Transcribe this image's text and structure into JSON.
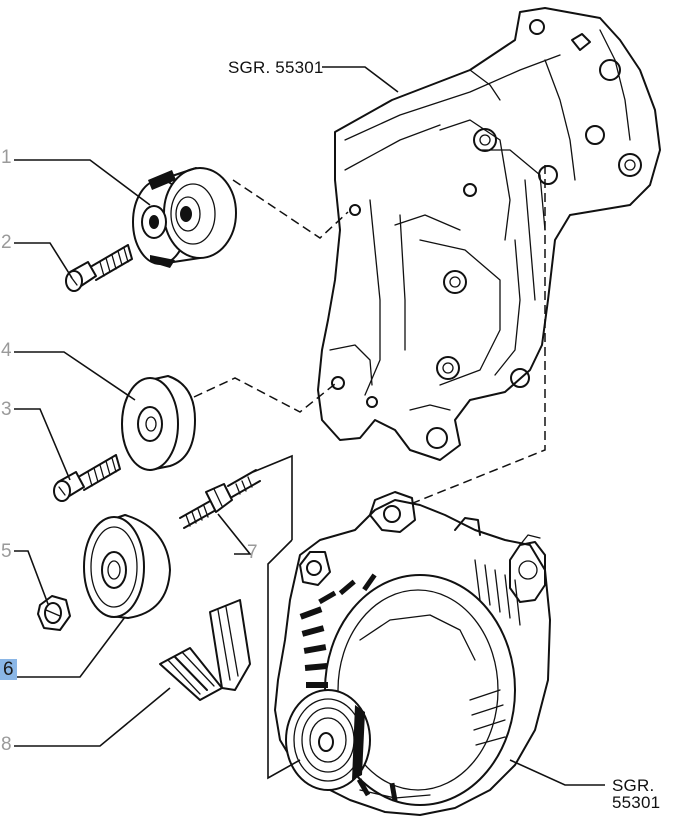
{
  "callouts": [
    {
      "id": "1",
      "label": "1"
    },
    {
      "id": "2",
      "label": "2"
    },
    {
      "id": "3",
      "label": "3"
    },
    {
      "id": "4",
      "label": "4"
    },
    {
      "id": "5",
      "label": "5"
    },
    {
      "id": "6",
      "label": "6",
      "highlighted": true
    },
    {
      "id": "7",
      "label": "7"
    },
    {
      "id": "8",
      "label": "8"
    }
  ],
  "references": {
    "bracket": "SGR. 55301",
    "alternator": "SGR. 55301"
  },
  "colors": {
    "line": "#111111",
    "callout_text": "#9a9a9a",
    "highlight": "#8ab6e6"
  }
}
